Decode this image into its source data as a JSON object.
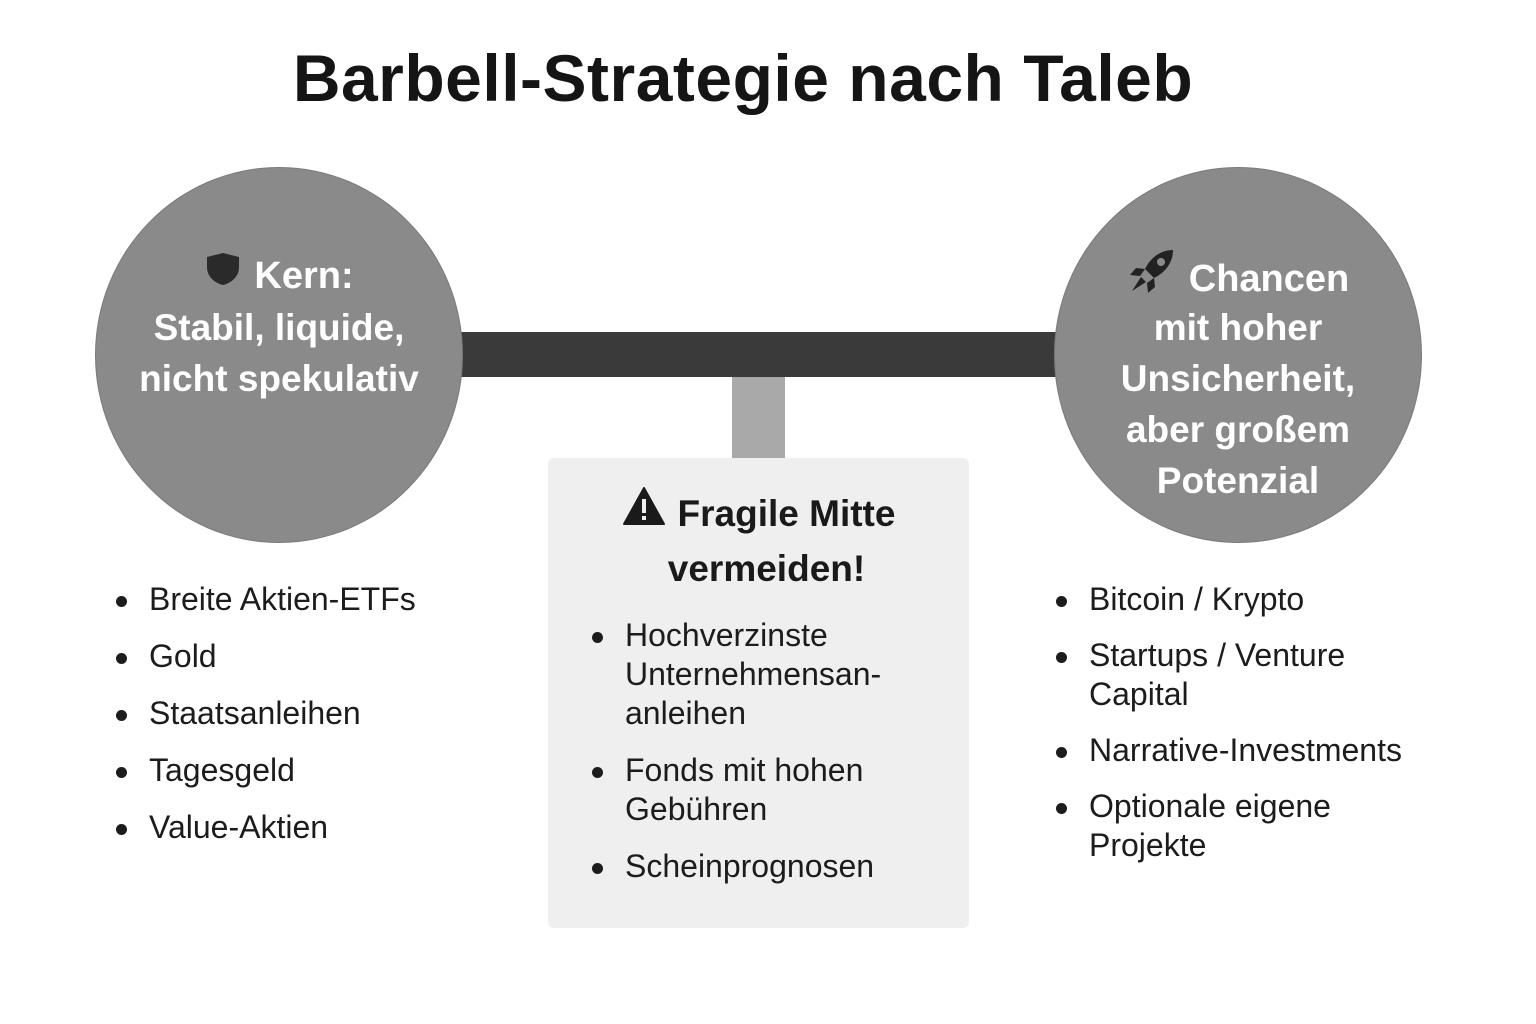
{
  "title": "Barbell-Strategie nach Taleb",
  "left": {
    "icon": "shield-icon",
    "heading": "Kern:",
    "sub_lines": [
      "Stabil, liquide,",
      "nicht spekulativ"
    ],
    "items": [
      "Breite Aktien-ETFs",
      "Gold",
      "Staatsanleihen",
      "Tagesgeld",
      "Value-Aktien"
    ]
  },
  "middle": {
    "icon": "warning-icon",
    "heading_line1": "Fragile Mitte",
    "heading_line2": "vermeiden!",
    "items": [
      [
        "Hochverzinste",
        "Unternehmensan-",
        "anleihen"
      ],
      [
        "Fonds mit hohen",
        "Gebühren"
      ],
      [
        "Scheinprognosen"
      ]
    ]
  },
  "right": {
    "icon": "rocket-icon",
    "heading": "Chancen",
    "sub_lines": [
      "mit hoher",
      "Unsicherheit,",
      "aber großem",
      "Potenzial"
    ],
    "items": [
      [
        "Bitcoin / Krypto"
      ],
      [
        "Startups / Venture",
        "Capital"
      ],
      [
        "Narrative-Investments"
      ],
      [
        "Optionale eigene",
        "Projekte"
      ]
    ]
  },
  "colors": {
    "circle": "#8a8a8a",
    "bar": "#3a3a3a",
    "stem": "#a9a9a9",
    "middle_box": "#efefef"
  }
}
